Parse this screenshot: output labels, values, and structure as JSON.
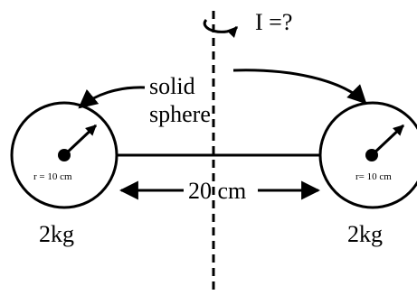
{
  "diagram": {
    "axis_label": "I =?",
    "pointer_label_line1": "solid",
    "pointer_label_line2": "sphere",
    "distance_label": "20 cm",
    "spheres": [
      {
        "radius_label": "r = 10 cm",
        "mass_label": "2kg"
      },
      {
        "radius_label": "r= 10 cm",
        "mass_label": "2kg"
      }
    ]
  }
}
